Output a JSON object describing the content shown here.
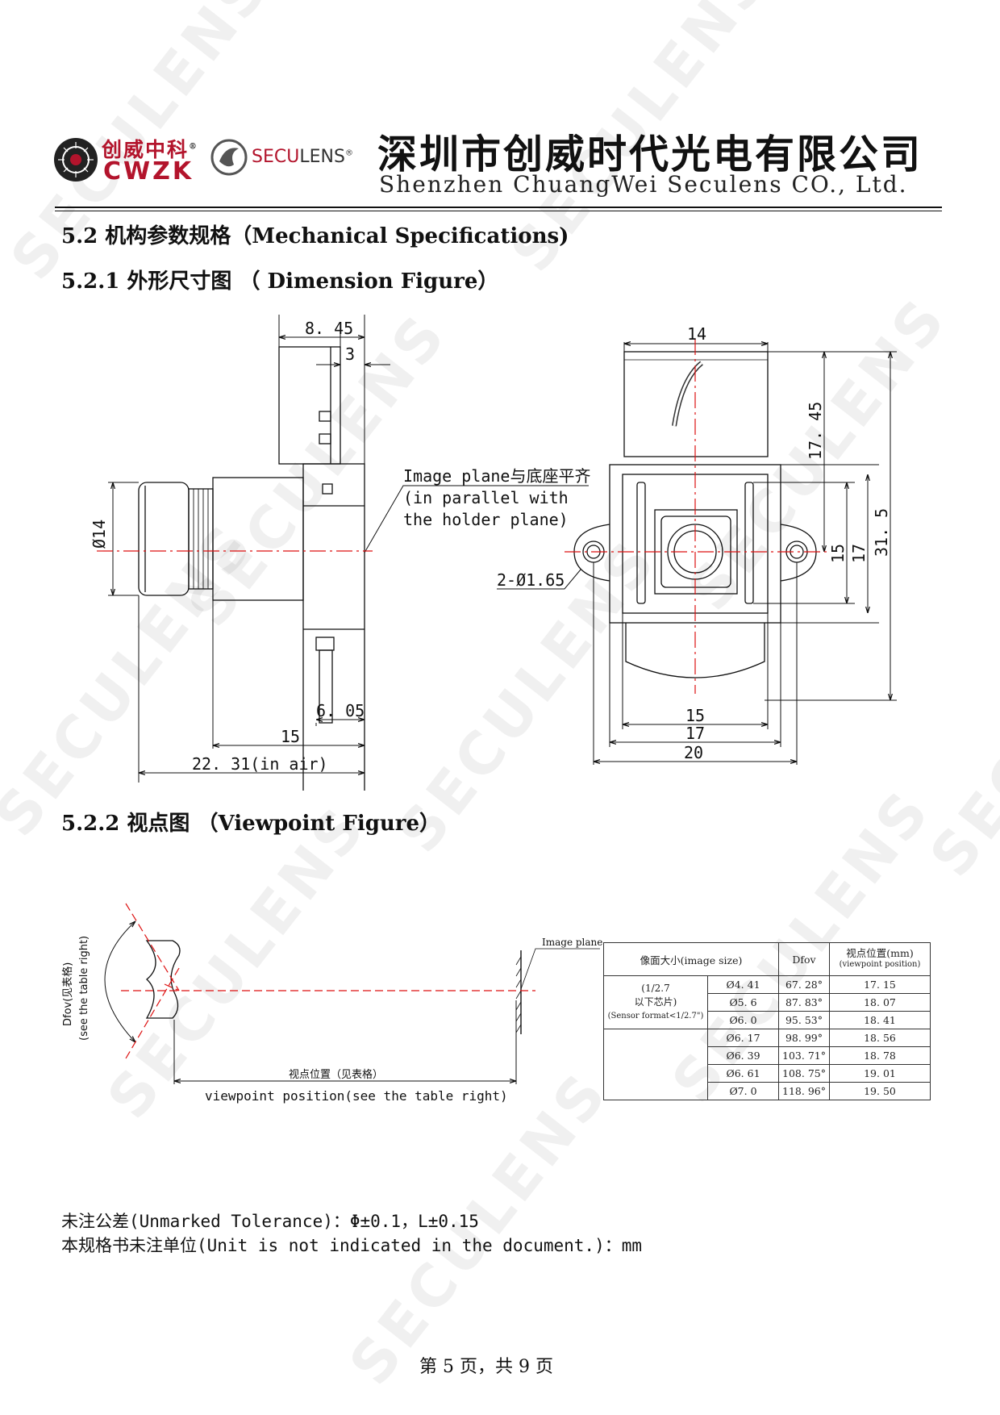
{
  "header": {
    "logo_cn": "创威中科",
    "logo_reg": "®",
    "logo_en": "CWZK",
    "brand_secu": "SECU",
    "brand_lens": "LENS",
    "brand_reg": "®",
    "company_cn": "深圳市创威时代光电有限公司",
    "company_en": "Shenzhen ChuangWei Seculens CO., Ltd."
  },
  "watermark": "SECULENS",
  "sections": {
    "mech": "5.2 机构参数规格（Mechanical Specifications)",
    "dimension": "5.2.1 外形尺寸图 （ Dimension Figure）",
    "viewpoint": "5.2.2 视点图 （Viewpoint Figure）"
  },
  "dimension_labels": {
    "d845": "8. 45",
    "d3": "3",
    "d_phi14": "Ø14",
    "d605": "6. 05",
    "d15": "15",
    "d2231": "22. 31(in air)",
    "img_plane_1": "Image plane与底座平齐",
    "img_plane_2": "(in parallel with",
    "img_plane_3": "the holder plane)",
    "r14": "14",
    "r1745": "17. 45",
    "r15v": "15",
    "r17v": "17",
    "r315": "31. 5",
    "holes": "2-Ø1.65",
    "r15h": "15",
    "r17h": "17",
    "r20h": "20"
  },
  "viewpoint_labels": {
    "dfov_1": "Dfov(见表格)",
    "dfov_2": "(see the table right)",
    "image_plane": "Image plane",
    "pos_cn": "视点位置（见表格）",
    "pos_en": "viewpoint position(see the table right)"
  },
  "viewpoint_table": {
    "headers": {
      "image_size": "像面大小(image size)",
      "dfov": "Dfov",
      "pos_cn": "视点位置(mm)",
      "pos_en": "(viewpoint position)"
    },
    "sensor": {
      "line1": "(1/2.7",
      "line2": "以下芯片)",
      "line3": "(Sensor format<1/2.7\")"
    },
    "rows": [
      {
        "size": "Ø4. 41",
        "dfov": "67. 28°",
        "pos": "17. 15"
      },
      {
        "size": "Ø5. 6",
        "dfov": "87. 83°",
        "pos": "18. 07"
      },
      {
        "size": "Ø6. 0",
        "dfov": "95. 53°",
        "pos": "18. 41"
      },
      {
        "size": "Ø6. 17",
        "dfov": "98. 99°",
        "pos": "18. 56"
      },
      {
        "size": "Ø6. 39",
        "dfov": "103. 71°",
        "pos": "18. 78"
      },
      {
        "size": "Ø6. 61",
        "dfov": "108. 75°",
        "pos": "19. 01"
      },
      {
        "size": "Ø7. 0",
        "dfov": "118. 96°",
        "pos": "19. 50"
      }
    ]
  },
  "notes": {
    "tolerance": "未注公差(Unmarked Tolerance)：Φ±0.1，L±0.15",
    "unit": "本规格书未注单位(Unit is not indicated in the document.)：mm"
  },
  "footer": "第 5 页，共 9 页"
}
